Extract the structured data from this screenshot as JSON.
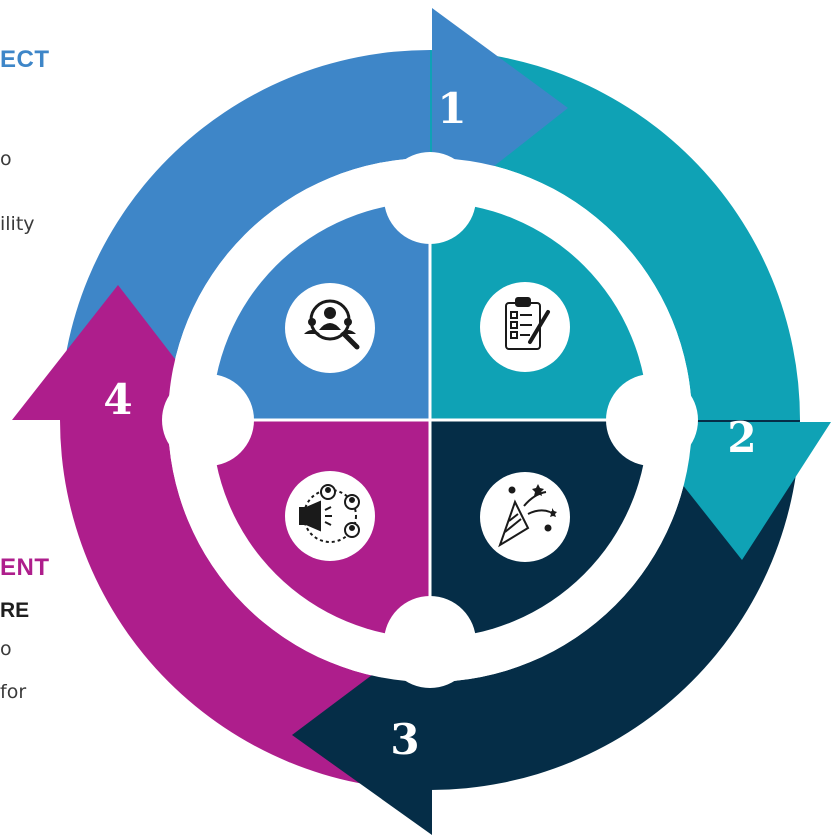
{
  "colors": {
    "stage1": "#3e86c8",
    "stage2": "#0fa2b5",
    "stage3": "#052d47",
    "stage4": "#ae1e8c",
    "background": "#ffffff"
  },
  "left_text": {
    "top_heading": "ECT",
    "top_line1": "o",
    "top_line2": "ility",
    "bottom_heading": "ENT",
    "bottom_subhead": "RE",
    "bottom_line1": "o",
    "bottom_line2": "for"
  },
  "stages": [
    {
      "number": "1",
      "icon": "search-people-icon"
    },
    {
      "number": "2",
      "icon": "checklist-clipboard-icon"
    },
    {
      "number": "3",
      "icon": "party-popper-icon"
    },
    {
      "number": "4",
      "icon": "megaphone-people-icon"
    }
  ]
}
